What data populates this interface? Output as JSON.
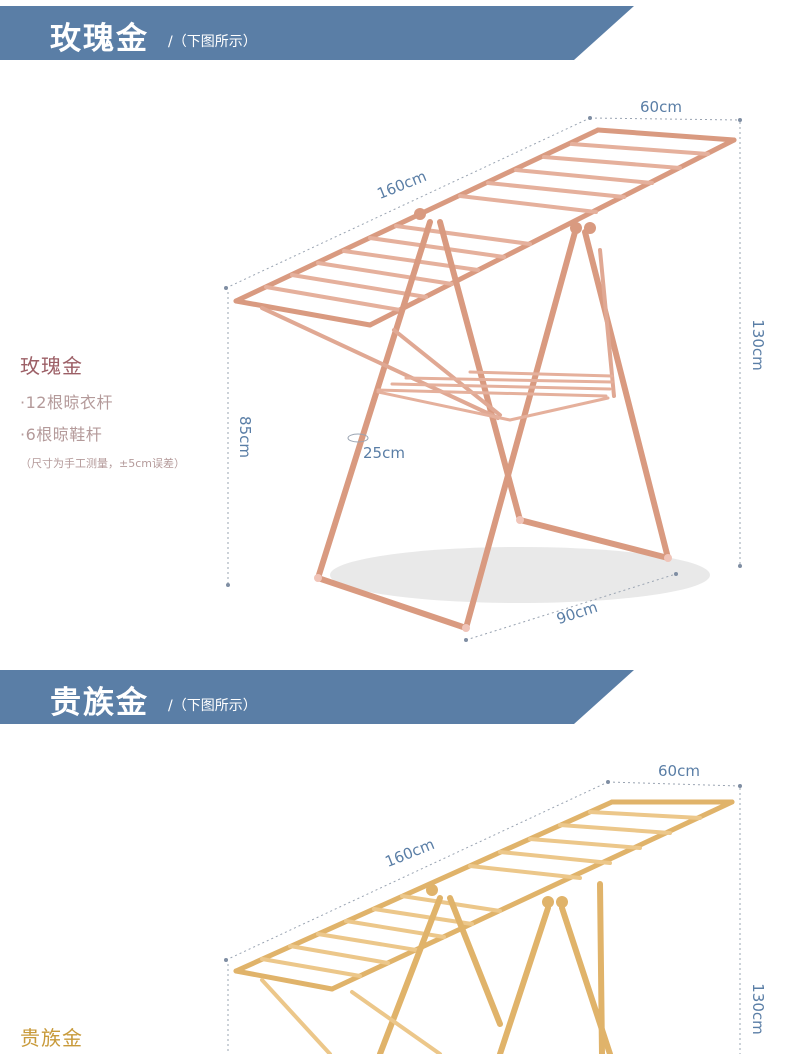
{
  "sections": [
    {
      "banner": {
        "title": "玫瑰金",
        "subtitle": "/（下图所示）"
      },
      "specs": {
        "title": "玫瑰金",
        "items": [
          "·12根晾衣杆",
          "·6根晾鞋杆"
        ],
        "note": "（尺寸为手工测量，±5cm误差）"
      },
      "dimensions": {
        "width": "60cm",
        "length": "160cm",
        "height": "130cm",
        "leg_height": "85cm",
        "shelf": "25cm",
        "base": "90cm"
      },
      "colors": {
        "rack": "#d99a80",
        "rack_dark": "#b97a62",
        "title": "#9c5f66"
      }
    },
    {
      "banner": {
        "title": "贵族金",
        "subtitle": "/（下图所示）"
      },
      "specs": {
        "title": "贵族金"
      },
      "dimensions": {
        "width": "60cm",
        "length": "160cm",
        "height": "130cm"
      },
      "colors": {
        "rack": "#e0b36a",
        "rack_dark": "#c4923f",
        "title": "#c89a3a"
      }
    }
  ],
  "colors": {
    "banner": "#5a7ea6",
    "dimension_text": "#5a7ea6",
    "spec_text": "#b49a9a"
  }
}
